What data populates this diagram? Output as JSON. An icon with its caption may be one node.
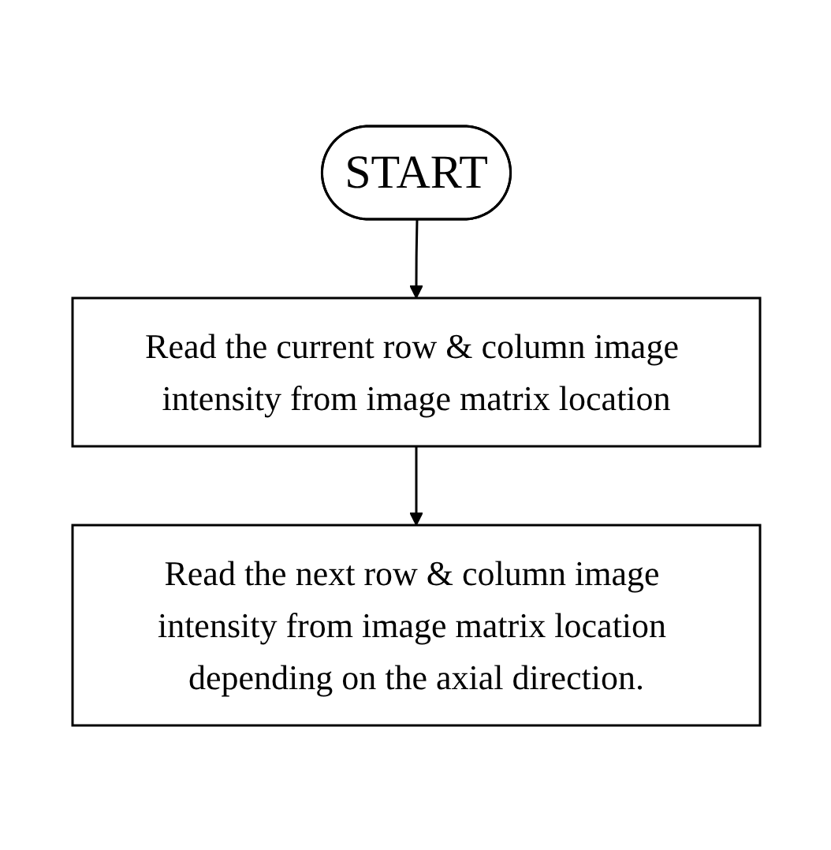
{
  "diagram": {
    "nodes": [
      {
        "text": [
          "START"
        ]
      },
      {
        "text": [
          "Read the current row & column image intensity from image matrix location"
        ]
      },
      {
        "text": [
          "Read the next row & column image intensity from image matrix location depending on the axial direction."
        ]
      }
    ],
    "edges": [
      {
        "from": 0,
        "to": 1,
        "arrow": "to"
      },
      {
        "from": 1,
        "to": 2,
        "arrow": "to"
      }
    ]
  }
}
